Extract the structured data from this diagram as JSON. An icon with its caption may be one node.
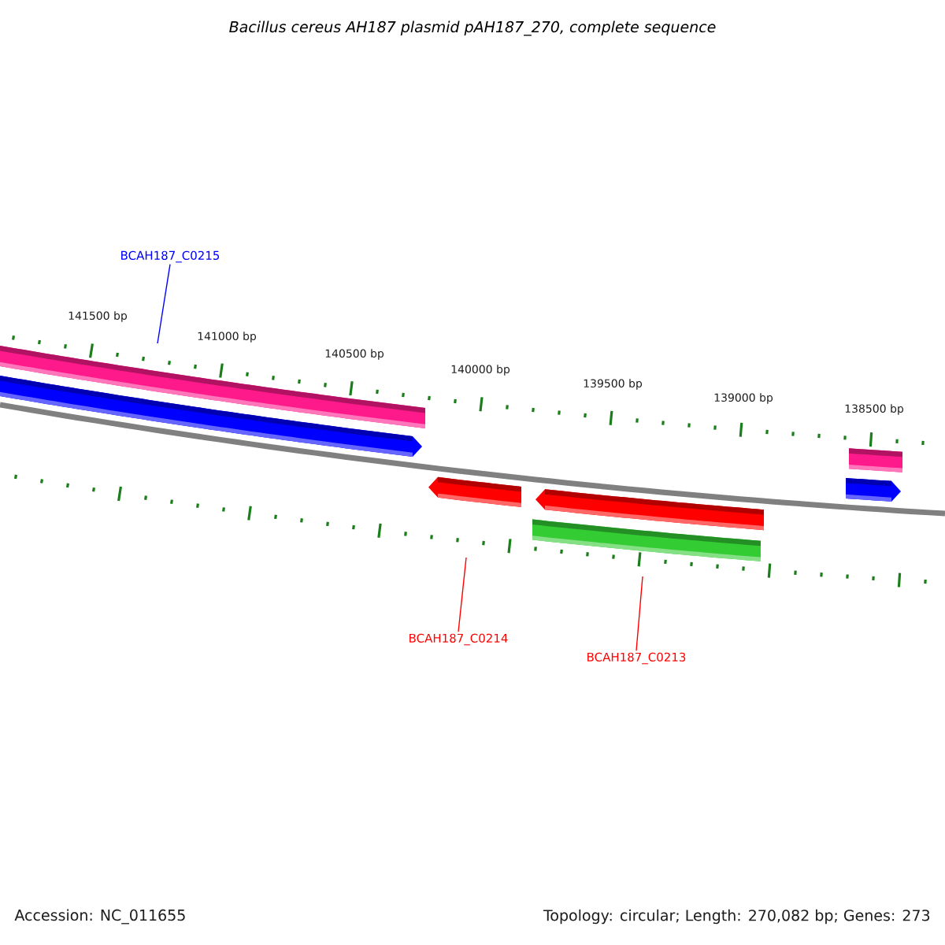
{
  "diagram": {
    "title": "Bacillus cereus AH187 plasmid pAH187_270, complete sequence",
    "nodes": [
      {
        "text": [
          "BCAH187_C0215"
        ]
      },
      {
        "text": [
          "BCAH187_C0214"
        ]
      },
      {
        "text": [
          "BCAH187_C0213"
        ]
      }
    ],
    "edges": [
      {
        "from": 0,
        "to": null,
        "arrow": "none",
        "color": "#0000ff"
      },
      {
        "from": 1,
        "to": null,
        "arrow": "none"
      },
      {
        "from": 2,
        "to": null,
        "arrow": "none"
      }
    ],
    "labels": [
      "141500 bp",
      "141000 bp",
      "140500 bp",
      "140000 bp",
      "139500 bp",
      "139000 bp",
      "138500 bp",
      "Accession: NC_011655",
      "Topology: circular; Length: 270,082 bp; Genes: 273"
    ]
  }
}
